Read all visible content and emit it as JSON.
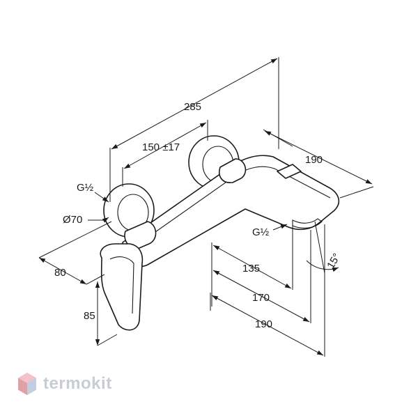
{
  "dimensions": {
    "overall_length": "285",
    "connection_spacing": "150 ±17",
    "spout_depth": "190",
    "thread_top": "G½",
    "rosette_diameter": "Ø70",
    "handle_width": "80",
    "handle_height": "85",
    "thread_outlet": "G½",
    "projection_1": "135",
    "projection_2": "170",
    "projection_3": "190",
    "angle": "15°"
  },
  "brand": {
    "name": "termokit",
    "logo_icon": "hexagon-cube-icon",
    "color": "#c9ccd3"
  }
}
